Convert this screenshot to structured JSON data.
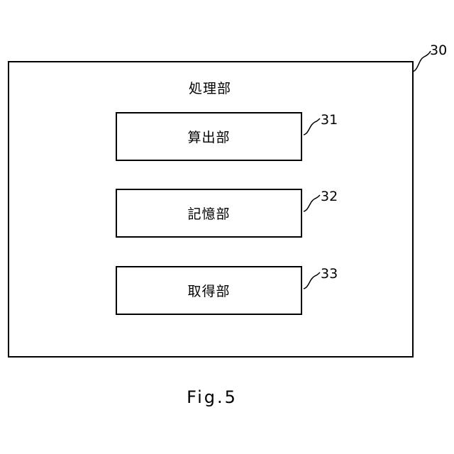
{
  "diagram": {
    "outer": {
      "title": "処理部",
      "ref": "30"
    },
    "units": [
      {
        "label": "算出部",
        "ref": "31"
      },
      {
        "label": "記憶部",
        "ref": "32"
      },
      {
        "label": "取得部",
        "ref": "33"
      }
    ]
  },
  "caption": "Fig.5"
}
